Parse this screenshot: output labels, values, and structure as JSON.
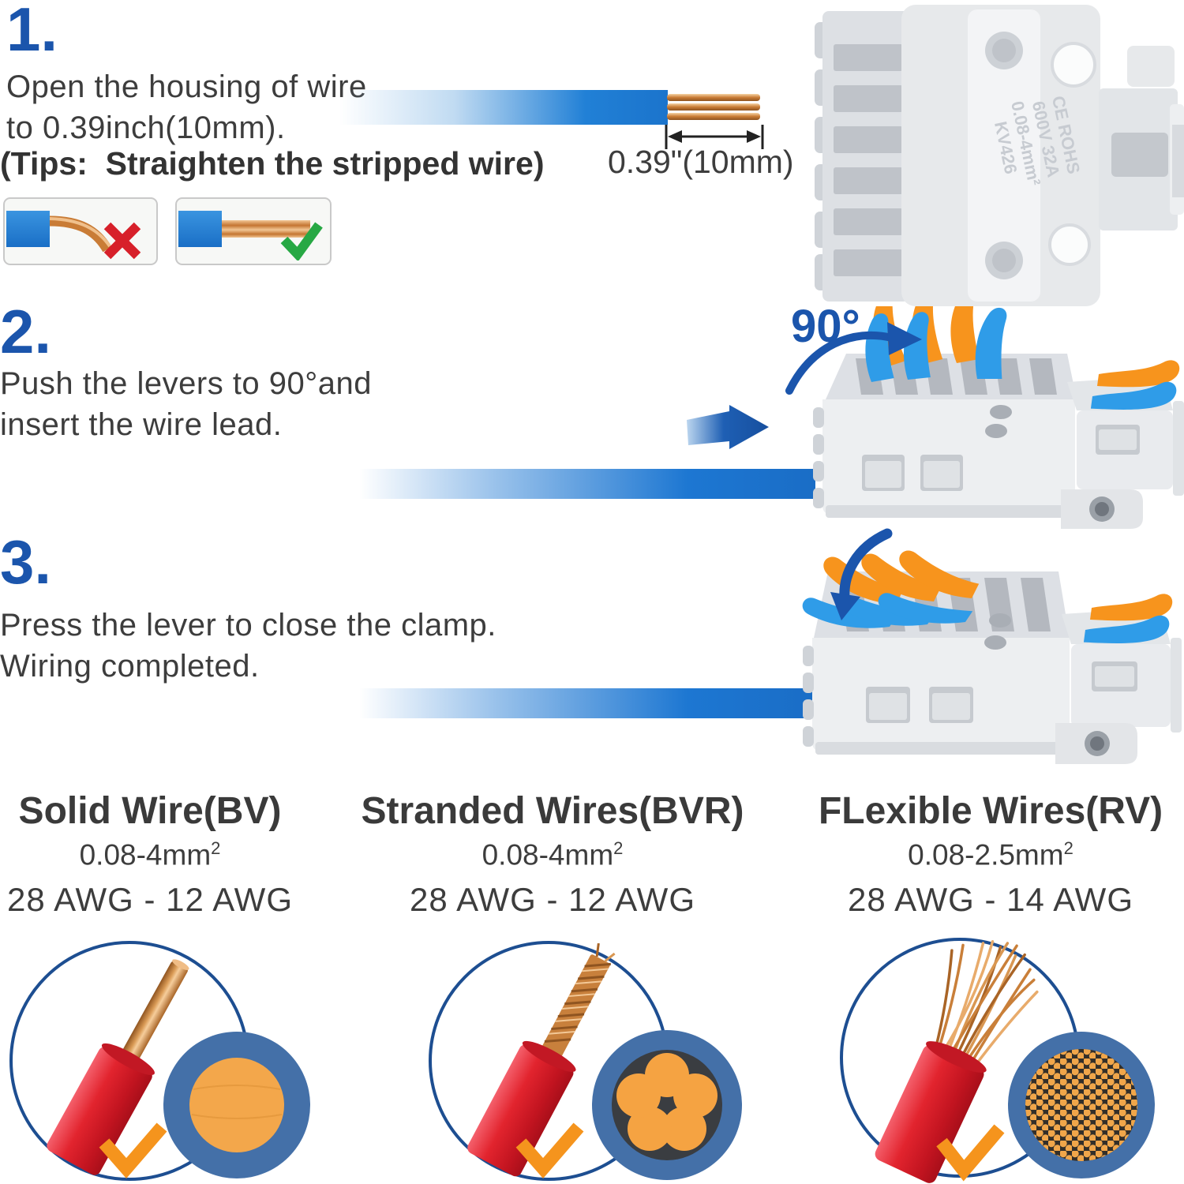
{
  "colors": {
    "accent_blue": "#1b55ac",
    "wire_blue": "#1d77d2",
    "text_dark": "#3d3d3d",
    "lever_orange": "#f7941d",
    "lever_blue": "#2f9ce8",
    "connector_gray": "#e8eaec",
    "error_red": "#d7202a",
    "success_green": "#27a844",
    "check_orange": "#f5941d",
    "cross_section_blue": "#4470a8",
    "copper": "#c97c36",
    "insulation_red": "#e2242e"
  },
  "steps": [
    {
      "number": "1.",
      "line1": "Open the housing of wire",
      "line2": "to 0.39inch(10mm).",
      "tips": "(Tips:  Straighten the stripped wire)",
      "measurement_label": "0.39\"(10mm)"
    },
    {
      "number": "2.",
      "line1": "Push the levers to 90°and",
      "line2": "insert the wire lead.",
      "angle_label": "90°"
    },
    {
      "number": "3.",
      "line1": "Press the lever to close the clamp.",
      "line2": "Wiring completed."
    }
  ],
  "connector_markings": {
    "line1": "KV426",
    "line2": "0.08-4mm²",
    "line3": "600V 32A",
    "line4": "CE ROHS"
  },
  "wire_types": [
    {
      "title": "Solid Wire(BV)",
      "size_range": "0.08-4mm",
      "size_sup": "2",
      "awg_range": "28 AWG - 12 AWG"
    },
    {
      "title": "Stranded Wires(BVR)",
      "size_range": "0.08-4mm",
      "size_sup": "2",
      "awg_range": "28 AWG - 12 AWG"
    },
    {
      "title": "FLexible Wires(RV)",
      "size_range": "0.08-2.5mm",
      "size_sup": "2",
      "awg_range": "28 AWG - 14 AWG"
    }
  ]
}
